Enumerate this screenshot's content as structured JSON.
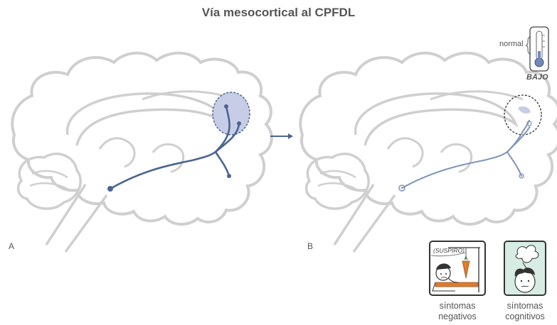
{
  "title": "Vía mesocortical al CPFDL",
  "panels": {
    "a_label": "A",
    "b_label": "B"
  },
  "thermometer": {
    "normal_label": "normal",
    "level_label": "BAJO"
  },
  "symptoms": {
    "negative_line1": "síntomas",
    "negative_line2": "negativos",
    "negative_bubble": "(SUSPIRO)",
    "cognitive_line1": "síntomas",
    "cognitive_line2": "cognitivos"
  },
  "colors": {
    "brain_outline": "#cfcfcf",
    "pathway": "#4a6590",
    "target_fill": "#c7cde6",
    "cognitive_card": "#d7ede4",
    "negative_card": "#ffffff",
    "carrot": "#e07b2e"
  }
}
